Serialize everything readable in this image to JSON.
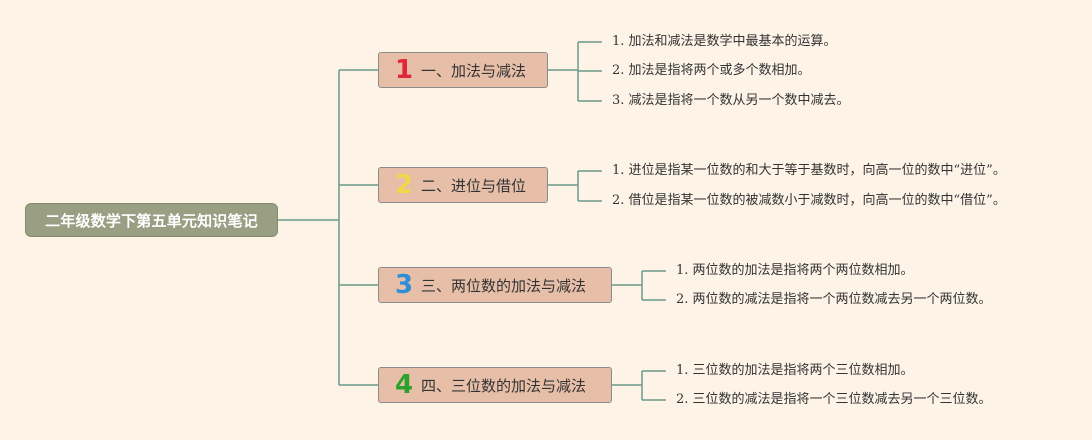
{
  "root": {
    "label": "二年级数学下第五单元知识笔记"
  },
  "line_color": "#6a9a8a",
  "branches": [
    {
      "number": "1",
      "number_color": "#e0283a",
      "label": "一、加法与减法",
      "items": [
        "1. 加法和减法是数学中最基本的运算。",
        "2. 加法是指将两个或多个数相加。",
        "3. 减法是指将一个数从另一个数中减去。"
      ]
    },
    {
      "number": "2",
      "number_color": "#f2d64b",
      "label": "二、进位与借位",
      "items": [
        "1. 进位是指某一位数的和大于等于基数时，向高一位的数中“进位”。",
        "2. 借位是指某一位数的被减数小于减数时，向高一位的数中“借位”。"
      ]
    },
    {
      "number": "3",
      "number_color": "#2f8fd6",
      "label": "三、两位数的加法与减法",
      "items": [
        "1. 两位数的加法是指将两个两位数相加。",
        "2. 两位数的减法是指将一个两位数减去另一个两位数。"
      ]
    },
    {
      "number": "4",
      "number_color": "#2ea02e",
      "label": "四、三位数的加法与减法",
      "items": [
        "1. 三位数的加法是指将两个三位数相加。",
        "2. 三位数的减法是指将一个三位数减去另一个三位数。"
      ]
    }
  ]
}
